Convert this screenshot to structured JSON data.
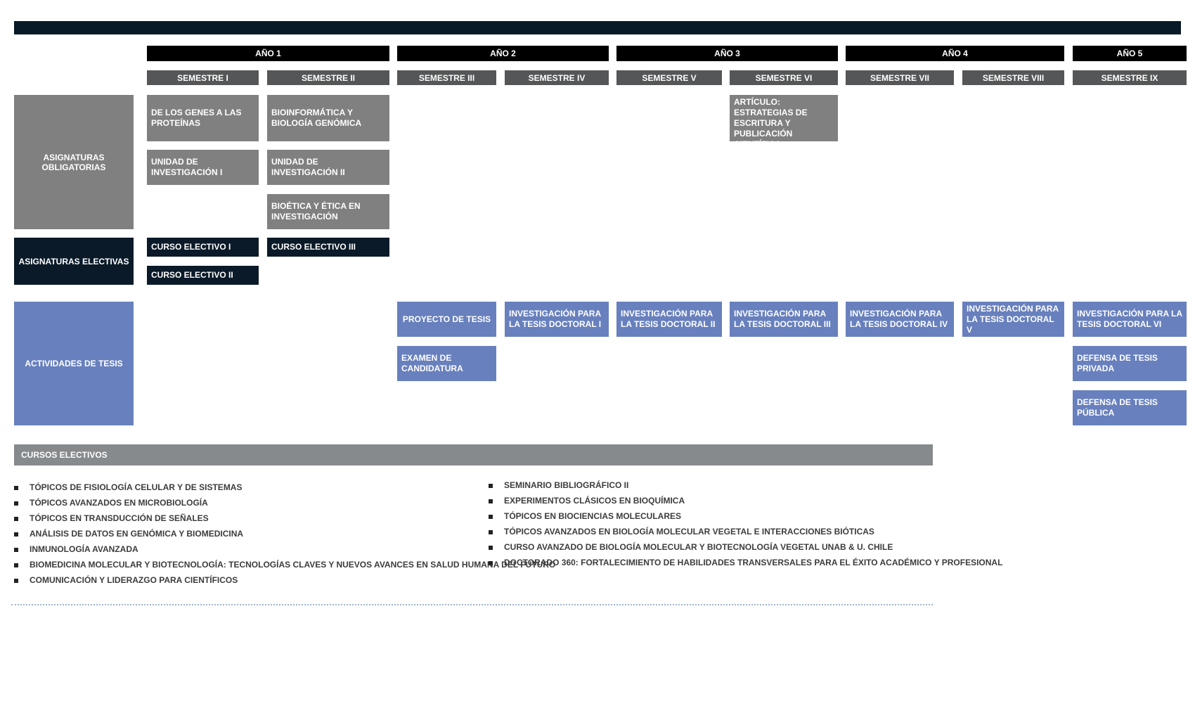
{
  "years": [
    "AÑO 1",
    "AÑO 2",
    "AÑO 3",
    "AÑO 4",
    "AÑO 5"
  ],
  "semesters": [
    "SEMESTRE I",
    "SEMESTRE II",
    "SEMESTRE III",
    "SEMESTRE IV",
    "SEMESTRE V",
    "SEMESTRE VI",
    "SEMESTRE VII",
    "SEMESTRE VIII",
    "SEMESTRE IX"
  ],
  "categories": {
    "obligatorias": "ASIGNATURAS OBLIGATORIAS",
    "electivas": "ASIGNATURAS ELECTIVAS",
    "tesis": "ACTIVIDADES DE TESIS"
  },
  "obligatorias": {
    "genes": "DE LOS GENES A LAS PROTEÍNAS",
    "bioinfo": "BIOINFORMÁTICA Y BIOLOGÍA GENÓMICA",
    "unidad1": "UNIDAD DE INVESTIGACIÓN I",
    "unidad2": "UNIDAD DE INVESTIGACIÓN II",
    "bioetica": "BIOÉTICA Y ÉTICA EN INVESTIGACIÓN",
    "laboratorio": "DEL LABORATORIO AL ARTÍCULO: ESTRATEGIAS DE ESCRITURA Y PUBLICACIÓN CIENTÍFICA"
  },
  "electivas": {
    "e1": "CURSO ELECTIVO I",
    "e2": "CURSO ELECTIVO II",
    "e3": "CURSO ELECTIVO III"
  },
  "tesis": {
    "proyecto": "PROYECTO DE TESIS",
    "examen": "EXAMEN DE CANDIDATURA",
    "inv1": "INVESTIGACIÓN PARA LA TESIS DOCTORAL I",
    "inv2": "INVESTIGACIÓN PARA LA TESIS DOCTORAL II",
    "inv3": "INVESTIGACIÓN PARA LA TESIS DOCTORAL III",
    "inv4": "INVESTIGACIÓN PARA LA TESIS DOCTORAL IV",
    "inv5": "INVESTIGACIÓN PARA LA TESIS DOCTORAL V",
    "inv6": "INVESTIGACIÓN PARA LA TESIS DOCTORAL VI",
    "privada": "DEFENSA DE TESIS PRIVADA",
    "publica": "DEFENSA DE TESIS PÚBLICA"
  },
  "cursos_electivos": {
    "header": "CURSOS ELECTIVOS",
    "left": [
      "TÓPICOS DE FISIOLOGÍA CELULAR Y DE SISTEMAS",
      "TÓPICOS AVANZADOS EN MICROBIOLOGÍA",
      "TÓPICOS EN TRANSDUCCIÓN DE SEÑALES",
      "ANÁLISIS DE DATOS EN GENÓMICA Y BIOMEDICINA",
      "INMUNOLOGÍA AVANZADA",
      "BIOMEDICINA MOLECULAR Y BIOTECNOLOGÍA: TECNOLOGÍAS CLAVES Y NUEVOS AVANCES EN SALUD HUMANA DEL FUTURO",
      "COMUNICACIÓN Y LIDERAZGO PARA CIENTÍFICOS"
    ],
    "right": [
      "SEMINARIO BIBLIOGRÁFICO II",
      "EXPERIMENTOS CLÁSICOS EN BIOQUÍMICA",
      "TÓPICOS EN BIOCIENCIAS MOLECULARES",
      "TÓPICOS AVANZADOS EN BIOLOGÍA MOLECULAR VEGETAL E INTERACCIONES BIÓTICAS",
      "CURSO AVANZADO DE BIOLOGÍA MOLECULAR Y BIOTECNOLOGÍA VEGETAL UNAB & U. CHILE",
      "DOCTORADO 360: FORTALECIMIENTO DE HABILIDADES TRANSVERSALES PARA EL ÉXITO ACADÉMICO Y PROFESIONAL"
    ]
  }
}
